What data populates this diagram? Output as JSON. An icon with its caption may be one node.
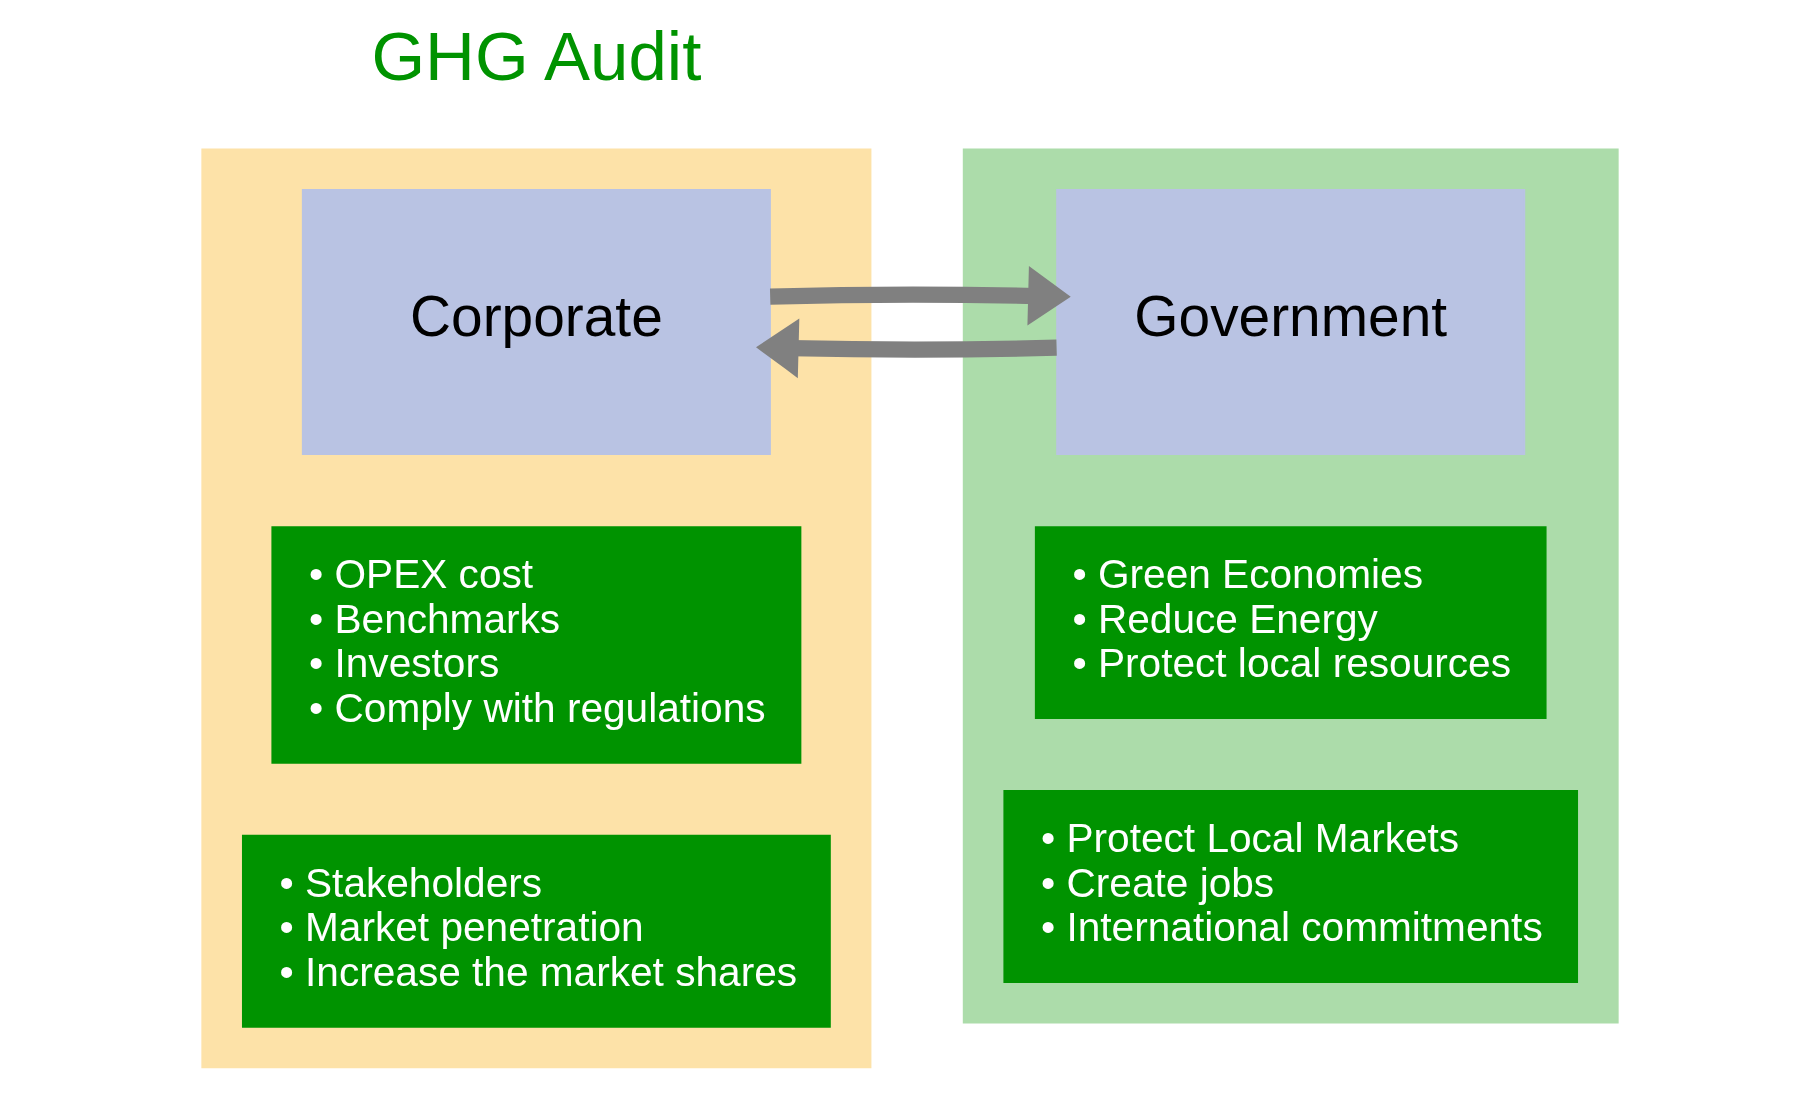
{
  "diagram": {
    "nodes": [
      {
        "text": [],
        "shape": "box"
      },
      {
        "text": [
          "Corporate"
        ],
        "in": 0
      },
      {
        "text": [
          "• OPEX cost",
          "• Benchmarks",
          "• Investors",
          "• Comply with regulations"
        ],
        "in": 0
      },
      {
        "text": [
          "• Stakeholders",
          "• Market penetration",
          "• Increase the market shares"
        ],
        "in": 0
      },
      {
        "text": [],
        "shape": "box"
      },
      {
        "text": [
          "Government"
        ],
        "in": 4
      },
      {
        "text": [
          "• Green Economies",
          "• Reduce Energy",
          "• Protect local resources"
        ],
        "in": 4
      },
      {
        "text": [
          "• Protect Local Markets",
          "• Create jobs",
          "• International commitments"
        ],
        "in": 4
      }
    ],
    "edges": [
      {
        "from": 1,
        "to": 5,
        "arrow": "to"
      },
      {
        "from": 5,
        "to": 1,
        "arrow": "to"
      }
    ],
    "labels": [
      "GHG Audit"
    ]
  }
}
